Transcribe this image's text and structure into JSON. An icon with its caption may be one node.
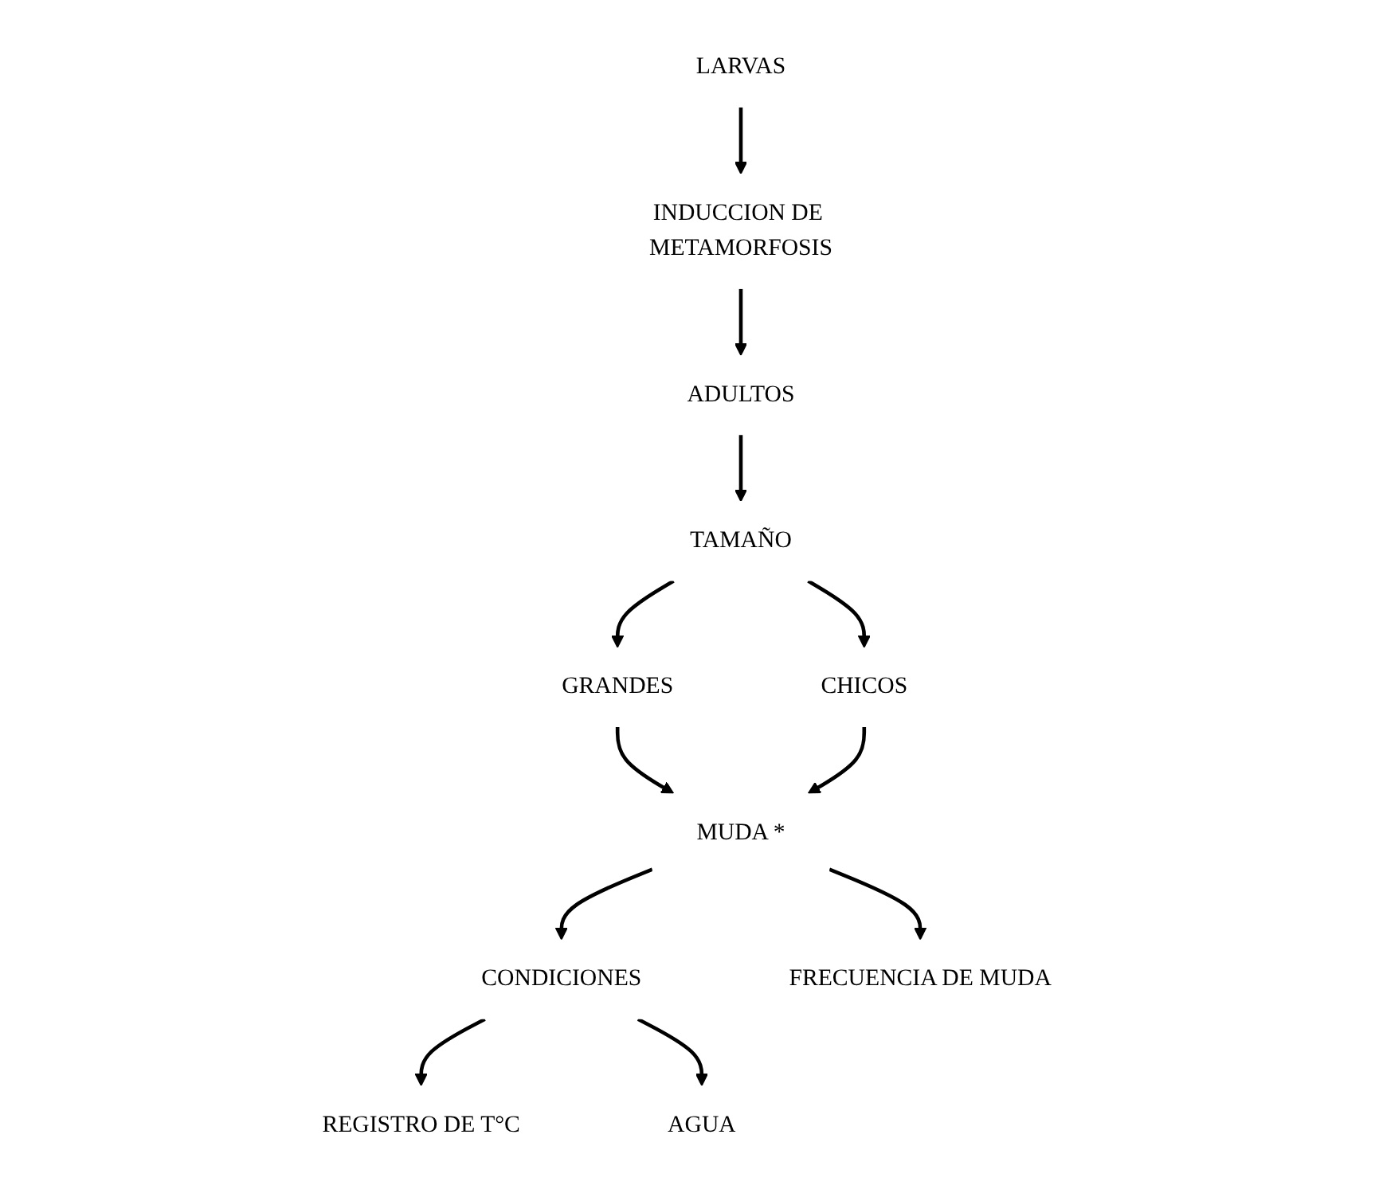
{
  "diagram": {
    "nodes": [
      {
        "text": [
          "LARVAS"
        ]
      },
      {
        "text": [
          "INDUCCION DE METAMORFOSIS"
        ]
      },
      {
        "text": [
          "ADULTOS"
        ]
      },
      {
        "text": [
          "TAMAÑO"
        ]
      },
      {
        "text": [
          "GRANDES"
        ]
      },
      {
        "text": [
          "CHICOS"
        ]
      },
      {
        "text": [
          "CONDICIONES"
        ]
      },
      {
        "text": [
          "MUDA *"
        ]
      },
      {
        "text": [
          "REGISTRO DE T°C"
        ]
      },
      {
        "text": [
          "AGUA"
        ]
      },
      {
        "text": [
          "FRECUENCIA DE MUDA"
        ]
      }
    ],
    "edges": [
      {
        "from": 0,
        "to": 1,
        "arrow": "to"
      },
      {
        "from": 1,
        "to": 2,
        "arrow": "to"
      },
      {
        "from": 2,
        "to": 3,
        "arrow": "to"
      },
      {
        "from": 3,
        "to": 4,
        "arrow": "to"
      },
      {
        "from": 3,
        "to": 5,
        "arrow": "to"
      },
      {
        "from": 4,
        "to": 7,
        "arrow": "to"
      },
      {
        "from": 5,
        "to": 7,
        "arrow": "to"
      },
      {
        "from": 7,
        "to": 6,
        "arrow": "to"
      },
      {
        "from": 6,
        "to": 8,
        "arrow": "to"
      },
      {
        "from": 6,
        "to": 9,
        "arrow": "to"
      },
      {
        "from": 7,
        "to": 10,
        "arrow": "to"
      }
    ]
  }
}
